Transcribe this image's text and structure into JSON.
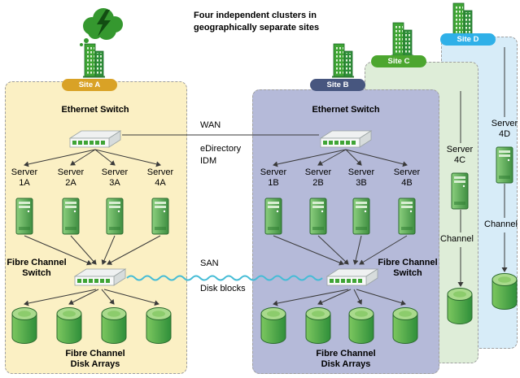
{
  "header": {
    "title_line1": "Four independent clusters in",
    "title_line2": "geographically separate sites"
  },
  "links": {
    "wan_label": "WAN",
    "wan_sub": "eDirectory IDM",
    "san_label": "SAN",
    "san_sub": "Disk blocks"
  },
  "colors": {
    "site_a_accent": "#D9A226",
    "site_b_accent": "#47567F",
    "site_c_accent": "#4CA62F",
    "site_d_accent": "#2FB0E8",
    "site_a_fill": "#FBF0C4",
    "site_b_fill": "#B5BAD9",
    "site_c_fill": "#DEEDD8",
    "site_d_fill": "#D7ECF8"
  },
  "site_a": {
    "label": "Site A",
    "ethernet_switch_label": "Ethernet Switch",
    "servers": [
      "Server 1A",
      "Server 2A",
      "Server 3A",
      "Server 4A"
    ],
    "fc_switch_label": "Fibre Channel Switch",
    "disk_arrays_label": "Fibre Channel Disk Arrays"
  },
  "site_b": {
    "label": "Site B",
    "ethernet_switch_label": "Ethernet Switch",
    "servers": [
      "Server 1B",
      "Server 2B",
      "Server 3B",
      "Server 4B"
    ],
    "fc_switch_label": "Fibre Channel Switch",
    "disk_arrays_label": "Fibre Channel Disk Arrays"
  },
  "site_c": {
    "label": "Site C",
    "server_label": "Server 4C",
    "channel_label": "Channel"
  },
  "site_d": {
    "label": "Site D",
    "server_label": "Server 4D",
    "channel_label": "Channel"
  }
}
